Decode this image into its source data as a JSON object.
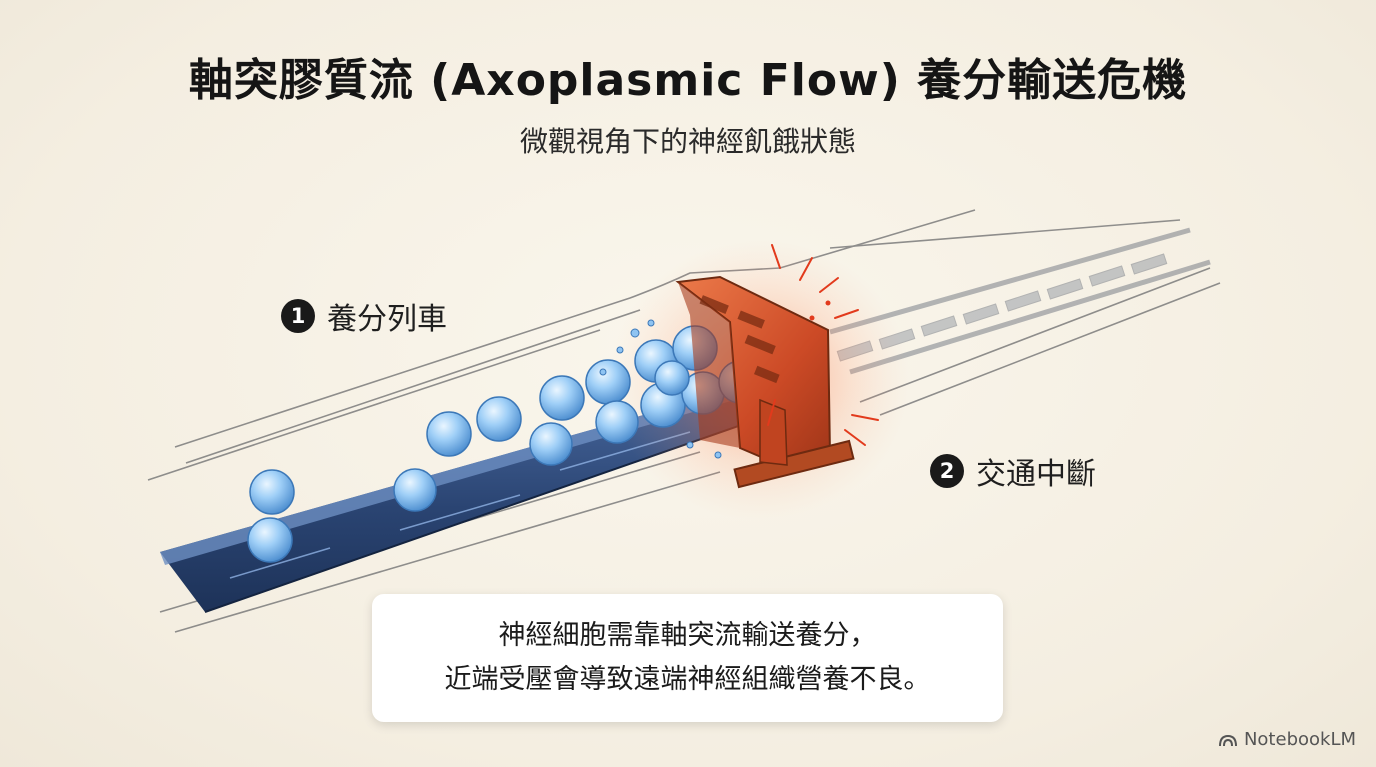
{
  "title": "軸突膠質流 (Axoplasmic Flow) 養分輸送危機",
  "subtitle": "微觀視角下的神經飢餓狀態",
  "labels": [
    {
      "number": "1",
      "text": "養分列車"
    },
    {
      "number": "2",
      "text": "交通中斷"
    }
  ],
  "caption": {
    "line1": "神經細胞需靠軸突流輸送養分，",
    "line2": "近端受壓會導致遠端神經組織營養不良。"
  },
  "watermark": {
    "text": "NotebookLM",
    "icon": "notebooklm-logo-icon"
  },
  "colors": {
    "background": "#f6f1e6",
    "track": "#2c4a78",
    "nutrient_ball": "#8fc4f2",
    "barrier": "#d9532b",
    "glow": "#ff6a3c"
  }
}
